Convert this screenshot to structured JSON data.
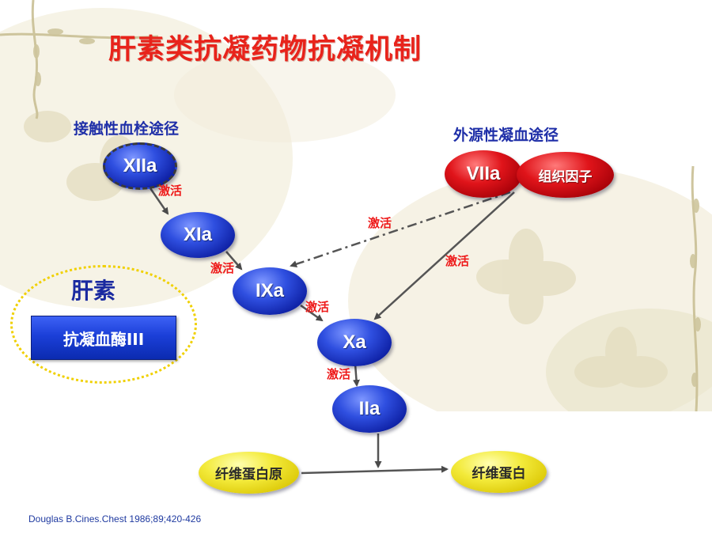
{
  "title": "肝素类抗凝药物抗凝机制",
  "pathways": {
    "intrinsic_label": "接触性血栓途径",
    "extrinsic_label": "外源性凝血途径"
  },
  "nodes": {
    "xiia": "XIIa",
    "xia": "XIa",
    "ixa": "IXa",
    "xa": "Xa",
    "iia": "IIa",
    "viia": "VIIa",
    "tissue_factor": "组织因子",
    "fibrinogen": "纤维蛋白原",
    "fibrin": "纤维蛋白"
  },
  "edge_labels": {
    "xiia_to_xia": "激活",
    "xia_to_ixa": "激活",
    "ixa_to_xa": "激活",
    "xa_to_iia": "激活",
    "tf_to_ixa": "激活",
    "tf_to_xa": "激活"
  },
  "heparin": {
    "title": "肝素",
    "antithrombin": "抗凝血酶III"
  },
  "citation": "Douglas  B.Cines.Chest  1986;89;420-426",
  "colors": {
    "title": "#e8231b",
    "pathway_label": "#1f2fa8",
    "edge_label": "#ee1a1a",
    "node_blue": "#1023a8",
    "node_red": "#e0141a",
    "node_yellow": "#f3ea3a",
    "heparin_ring": "#f0d000"
  }
}
